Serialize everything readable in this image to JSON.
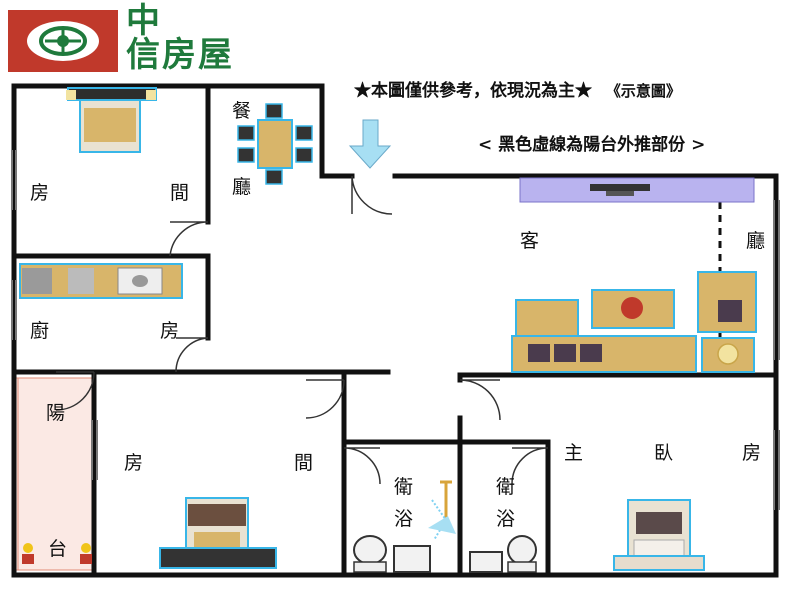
{
  "brand": {
    "line1": "中",
    "line2": "信房屋",
    "red": "#c0392b",
    "green": "#1f7a3c"
  },
  "notes": {
    "disclaimer": "★本圖僅供參考，依現況為主★",
    "schematic": "《示意圖》",
    "balcony_note": "< 黑色虛線為陽台外推部份 >"
  },
  "rooms": {
    "bedroom_tl": [
      "房",
      "間"
    ],
    "dining": [
      "餐",
      "廳"
    ],
    "living": [
      "客",
      "廳"
    ],
    "kitchen": [
      "廚",
      "房"
    ],
    "balcony": [
      "陽",
      "台"
    ],
    "bedroom_bl": [
      "房",
      "間"
    ],
    "bath1": [
      "衛",
      "浴"
    ],
    "bath2": [
      "衛",
      "浴"
    ],
    "master": [
      "主",
      "臥",
      "房"
    ]
  },
  "colors": {
    "wall": "#111111",
    "furniture_wood": "#d8b56a",
    "furniture_blue_glow": "#38b6e8",
    "tv_cabinet": "#b9b3ef",
    "arrow": "#a7dff3"
  }
}
